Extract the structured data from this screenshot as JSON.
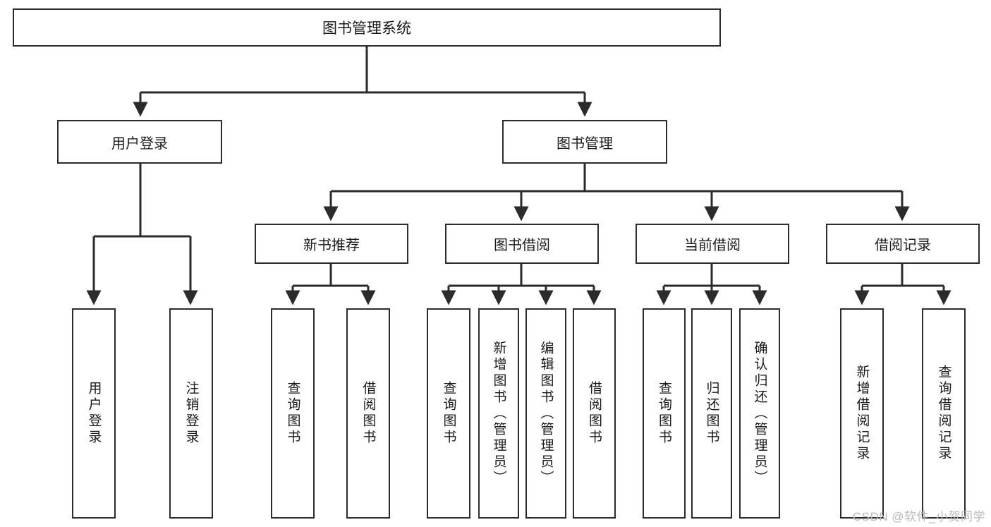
{
  "diagram": {
    "type": "tree",
    "title": "图书管理系统",
    "root": {
      "id": "root",
      "label": "图书管理系统"
    },
    "level1": [
      {
        "id": "user-login",
        "label": "用户登录"
      },
      {
        "id": "book-manage",
        "label": "图书管理"
      }
    ],
    "level2": [
      {
        "id": "new-book-rec",
        "label": "新书推荐",
        "parent": "book-manage"
      },
      {
        "id": "book-borrow",
        "label": "图书借阅",
        "parent": "book-manage"
      },
      {
        "id": "current-borrow",
        "label": "当前借阅",
        "parent": "book-manage"
      },
      {
        "id": "borrow-record",
        "label": "借阅记录",
        "parent": "book-manage"
      }
    ],
    "leaves": [
      {
        "id": "leaf-user-login",
        "label": "用户登录",
        "parent": "user-login"
      },
      {
        "id": "leaf-logout",
        "label": "注销登录",
        "parent": "user-login"
      },
      {
        "id": "leaf-query-book-1",
        "label": "查询图书",
        "parent": "new-book-rec"
      },
      {
        "id": "leaf-borrow-book-1",
        "label": "借阅图书",
        "parent": "new-book-rec"
      },
      {
        "id": "leaf-query-book-2",
        "label": "查询图书",
        "parent": "book-borrow"
      },
      {
        "id": "leaf-add-book",
        "label": "新增图书（管理员）",
        "parent": "book-borrow"
      },
      {
        "id": "leaf-edit-book",
        "label": "编辑图书（管理员）",
        "parent": "book-borrow"
      },
      {
        "id": "leaf-borrow-book-2",
        "label": "借阅图书",
        "parent": "book-borrow"
      },
      {
        "id": "leaf-query-book-3",
        "label": "查询图书",
        "parent": "current-borrow"
      },
      {
        "id": "leaf-return-book",
        "label": "归还图书",
        "parent": "current-borrow"
      },
      {
        "id": "leaf-confirm-return",
        "label": "确认归还（管理员）",
        "parent": "current-borrow"
      },
      {
        "id": "leaf-add-record",
        "label": "新增借阅记录",
        "parent": "borrow-record"
      },
      {
        "id": "leaf-query-record",
        "label": "查询借阅记录",
        "parent": "borrow-record"
      }
    ],
    "colors": {
      "box_border": "#2b2b2b",
      "box_fill": "#ffffff",
      "edge": "#2b2b2b",
      "text": "#1a1a1a",
      "watermark": "#b9b9b9",
      "background": "#ffffff"
    }
  },
  "watermark": {
    "text": "CSDN @软件_小贺同学"
  }
}
